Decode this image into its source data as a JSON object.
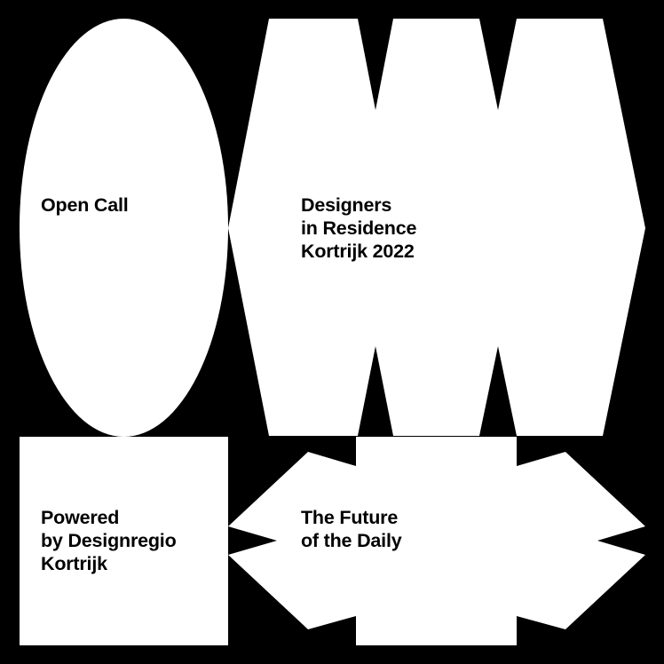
{
  "colors": {
    "background": "#000000",
    "shapes": "#ffffff",
    "text": "#000000"
  },
  "blocks": {
    "open_call": [
      "Open Call"
    ],
    "title": [
      "Designers",
      "in Residence",
      "Kortrijk 2022"
    ],
    "powered": [
      "Powered",
      "by Designregio",
      "Kortrijk"
    ],
    "theme": [
      "The Future",
      "of the Daily"
    ]
  }
}
